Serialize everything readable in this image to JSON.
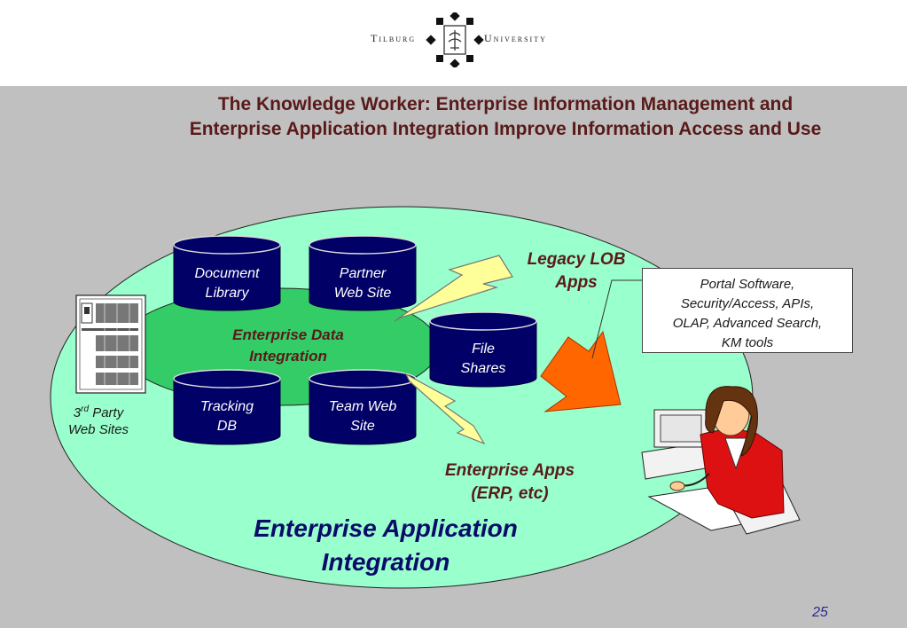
{
  "header": {
    "logo_left": "Tilburg",
    "logo_right": "University"
  },
  "slide": {
    "title_line1": "The Knowledge Worker: Enterprise Information Management and",
    "title_line2": "Enterprise Application Integration Improve Information Access and Use",
    "page_number": "25"
  },
  "diagram": {
    "cylinders": {
      "document_library": [
        "Document",
        "Library"
      ],
      "partner_web_site": [
        "Partner",
        "Web Site"
      ],
      "file_shares": [
        "File",
        "Shares"
      ],
      "tracking_db": [
        "Tracking",
        "DB"
      ],
      "team_web_site": [
        "Team Web",
        "Site"
      ]
    },
    "enterprise_data_integration": [
      "Enterprise Data",
      "Integration"
    ],
    "legacy_lob": [
      "Legacy LOB",
      "Apps"
    ],
    "enterprise_apps": [
      "Enterprise Apps",
      "(ERP, etc)"
    ],
    "third_party": {
      "base": "3",
      "sup": "rd",
      "rest": " Party",
      "line2": "Web Sites"
    },
    "eai": [
      "Enterprise Application",
      "Integration"
    ],
    "portal_lines": [
      "Portal Software,",
      "Security/Access, APIs,",
      "OLAP, Advanced Search,",
      "KM tools"
    ]
  },
  "colors": {
    "background": "#c0c0c0",
    "outer_ellipse": "#99ffcc",
    "inner_ellipse": "#33cc66",
    "cylinder": "#000066",
    "lightning": "#ffff99",
    "arrow": "#ff6600",
    "title": "#5a1a1a",
    "eai_text": "#0a0a6a"
  }
}
